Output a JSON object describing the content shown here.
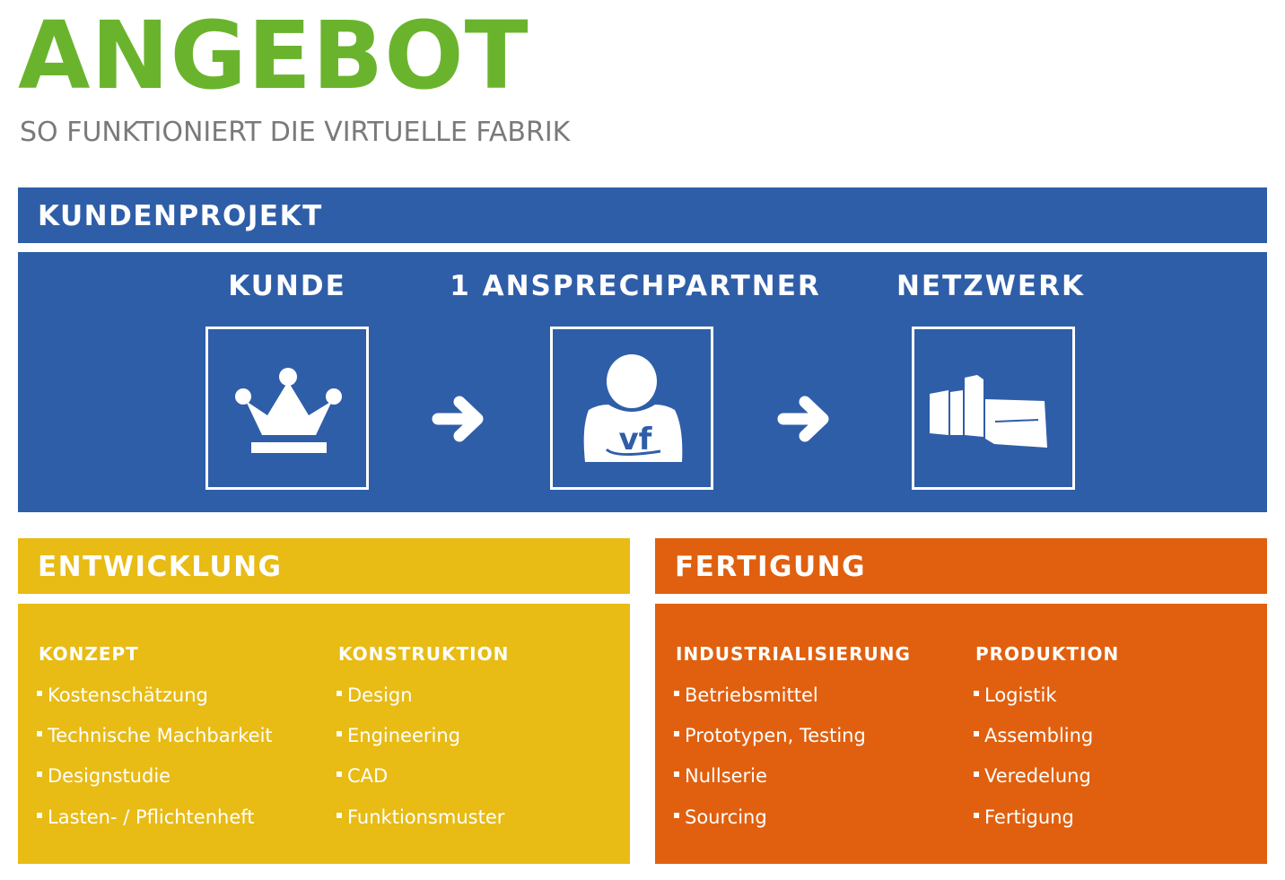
{
  "title": "ANGEBOT",
  "subtitle": "SO FUNKTIONIERT DIE VIRTUELLE FABRIK",
  "kundenprojekt": {
    "label": "KUNDENPROJEKT",
    "steps": [
      {
        "label": "KUNDE",
        "icon": "crown-icon"
      },
      {
        "label": "1 ANSPRECHPARTNER",
        "icon": "contact-person-vf-icon",
        "logo_text": "vf"
      },
      {
        "label": "NETZWERK",
        "icon": "factory-network-icon"
      }
    ]
  },
  "entwicklung": {
    "label": "ENTWICKLUNG",
    "columns": [
      {
        "heading": "KONZEPT",
        "items": [
          "Kostenschätzung",
          "Technische Machbarkeit",
          "Designstudie",
          "Lasten- / Pflichtenheft"
        ]
      },
      {
        "heading": "KONSTRUKTION",
        "items": [
          "Design",
          "Engineering",
          "CAD",
          "Funktionsmuster"
        ]
      }
    ]
  },
  "fertigung": {
    "label": "FERTIGUNG",
    "columns": [
      {
        "heading": "INDUSTRIALISIERUNG",
        "items": [
          "Betriebsmittel",
          "Prototypen, Testing",
          "Nullserie",
          "Sourcing"
        ]
      },
      {
        "heading": "PRODUKTION",
        "items": [
          "Logistik",
          "Assembling",
          "Veredelung",
          "Fertigung"
        ]
      }
    ]
  },
  "colors": {
    "green": "#6ab42d",
    "blue": "#2f5ea8",
    "yellow": "#e8bb15",
    "orange": "#e0600f"
  }
}
